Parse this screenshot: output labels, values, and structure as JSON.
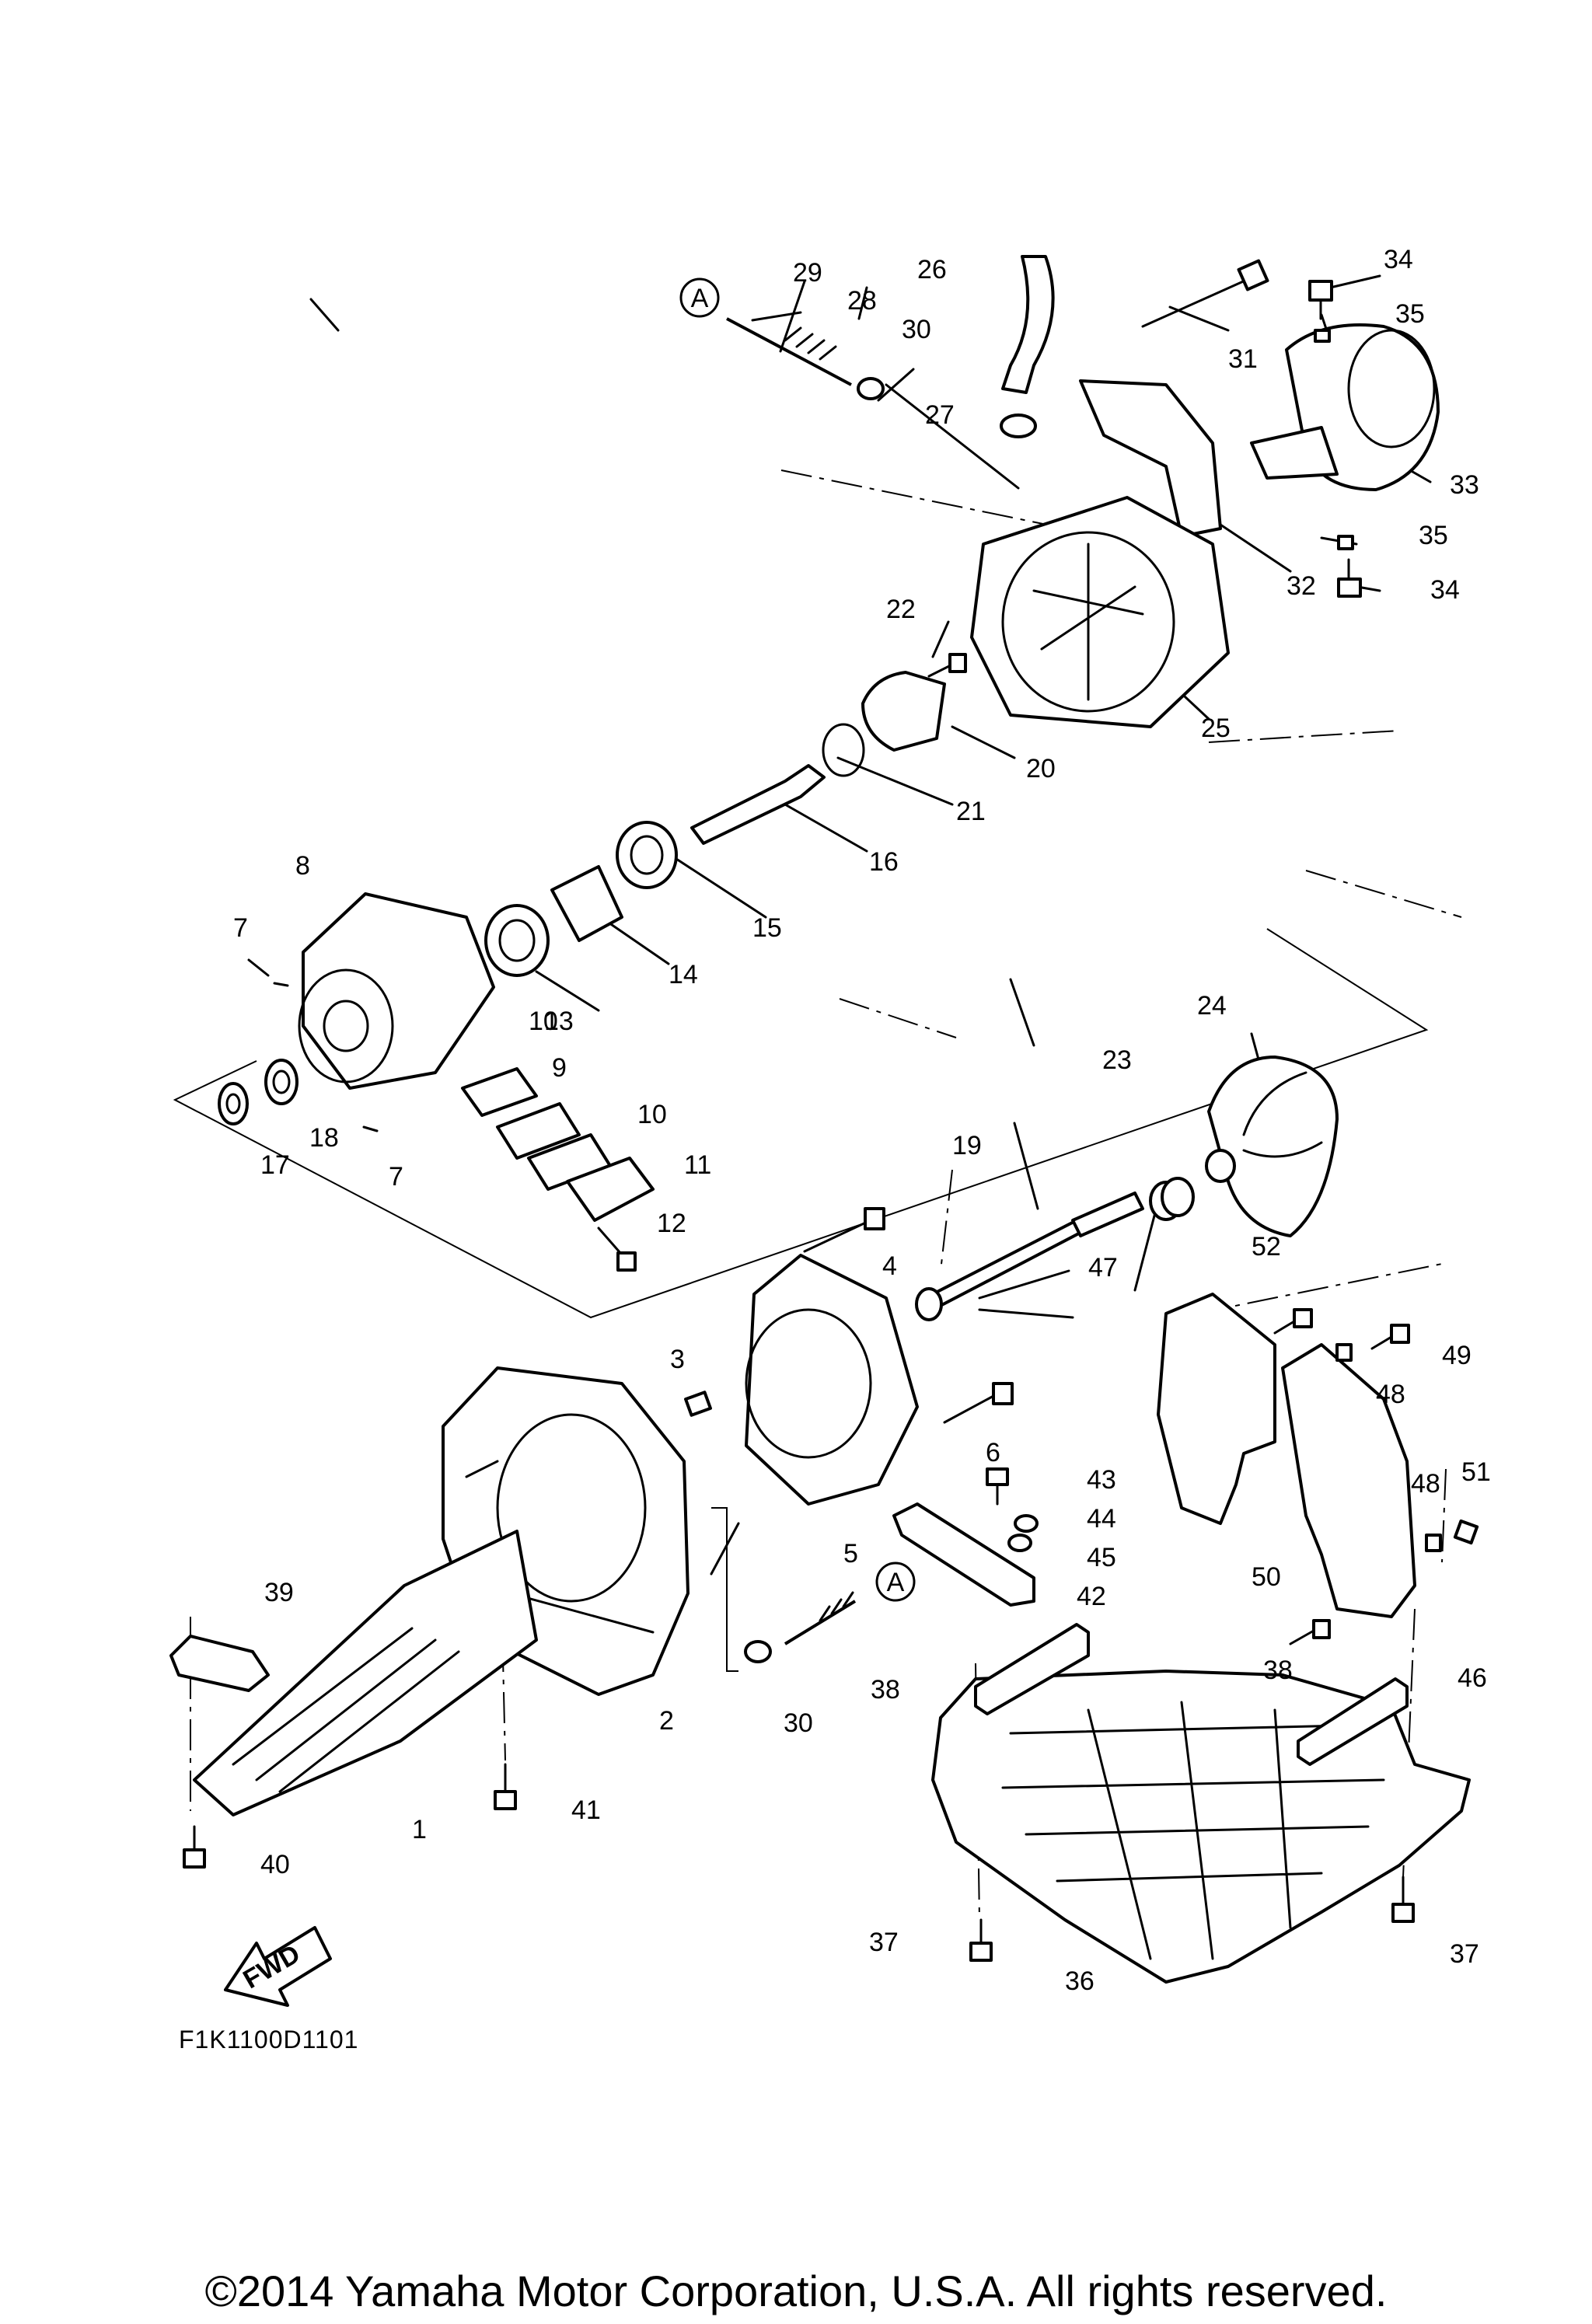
{
  "diagram": {
    "figure_code": "F1K1100D1101",
    "fwd_label": "FWD",
    "ref_marker": "A",
    "copyright": "©2014 Yamaha Motor Corporation, U.S.A. All rights reserved."
  },
  "callouts": [
    {
      "id": "c1",
      "text": "1"
    },
    {
      "id": "c2",
      "text": "2"
    },
    {
      "id": "c3",
      "text": "3"
    },
    {
      "id": "c4",
      "text": "4"
    },
    {
      "id": "c5",
      "text": "5"
    },
    {
      "id": "c6",
      "text": "6"
    },
    {
      "id": "c7a",
      "text": "7"
    },
    {
      "id": "c7b",
      "text": "7"
    },
    {
      "id": "c8",
      "text": "8"
    },
    {
      "id": "c9",
      "text": "9"
    },
    {
      "id": "c10a",
      "text": "10"
    },
    {
      "id": "c10b",
      "text": "10"
    },
    {
      "id": "c11",
      "text": "11"
    },
    {
      "id": "c12",
      "text": "12"
    },
    {
      "id": "c13",
      "text": "13"
    },
    {
      "id": "c14",
      "text": "14"
    },
    {
      "id": "c15",
      "text": "15"
    },
    {
      "id": "c16",
      "text": "16"
    },
    {
      "id": "c17",
      "text": "17"
    },
    {
      "id": "c18",
      "text": "18"
    },
    {
      "id": "c19",
      "text": "19"
    },
    {
      "id": "c20",
      "text": "20"
    },
    {
      "id": "c21",
      "text": "21"
    },
    {
      "id": "c22",
      "text": "22"
    },
    {
      "id": "c23",
      "text": "23"
    },
    {
      "id": "c24",
      "text": "24"
    },
    {
      "id": "c25",
      "text": "25"
    },
    {
      "id": "c26",
      "text": "26"
    },
    {
      "id": "c27",
      "text": "27"
    },
    {
      "id": "c28",
      "text": "28"
    },
    {
      "id": "c29",
      "text": "29"
    },
    {
      "id": "c30a",
      "text": "30"
    },
    {
      "id": "c30b",
      "text": "30"
    },
    {
      "id": "c31",
      "text": "31"
    },
    {
      "id": "c32",
      "text": "32"
    },
    {
      "id": "c33",
      "text": "33"
    },
    {
      "id": "c34a",
      "text": "34"
    },
    {
      "id": "c34b",
      "text": "34"
    },
    {
      "id": "c35a",
      "text": "35"
    },
    {
      "id": "c35b",
      "text": "35"
    },
    {
      "id": "c36",
      "text": "36"
    },
    {
      "id": "c37a",
      "text": "37"
    },
    {
      "id": "c37b",
      "text": "37"
    },
    {
      "id": "c38a",
      "text": "38"
    },
    {
      "id": "c38b",
      "text": "38"
    },
    {
      "id": "c39",
      "text": "39"
    },
    {
      "id": "c40",
      "text": "40"
    },
    {
      "id": "c41",
      "text": "41"
    },
    {
      "id": "c42",
      "text": "42"
    },
    {
      "id": "c43",
      "text": "43"
    },
    {
      "id": "c44",
      "text": "44"
    },
    {
      "id": "c45",
      "text": "45"
    },
    {
      "id": "c46",
      "text": "46"
    },
    {
      "id": "c47",
      "text": "47"
    },
    {
      "id": "c48a",
      "text": "48"
    },
    {
      "id": "c48b",
      "text": "48"
    },
    {
      "id": "c49",
      "text": "49"
    },
    {
      "id": "c50",
      "text": "50"
    },
    {
      "id": "c51",
      "text": "51"
    },
    {
      "id": "c52",
      "text": "52"
    }
  ]
}
